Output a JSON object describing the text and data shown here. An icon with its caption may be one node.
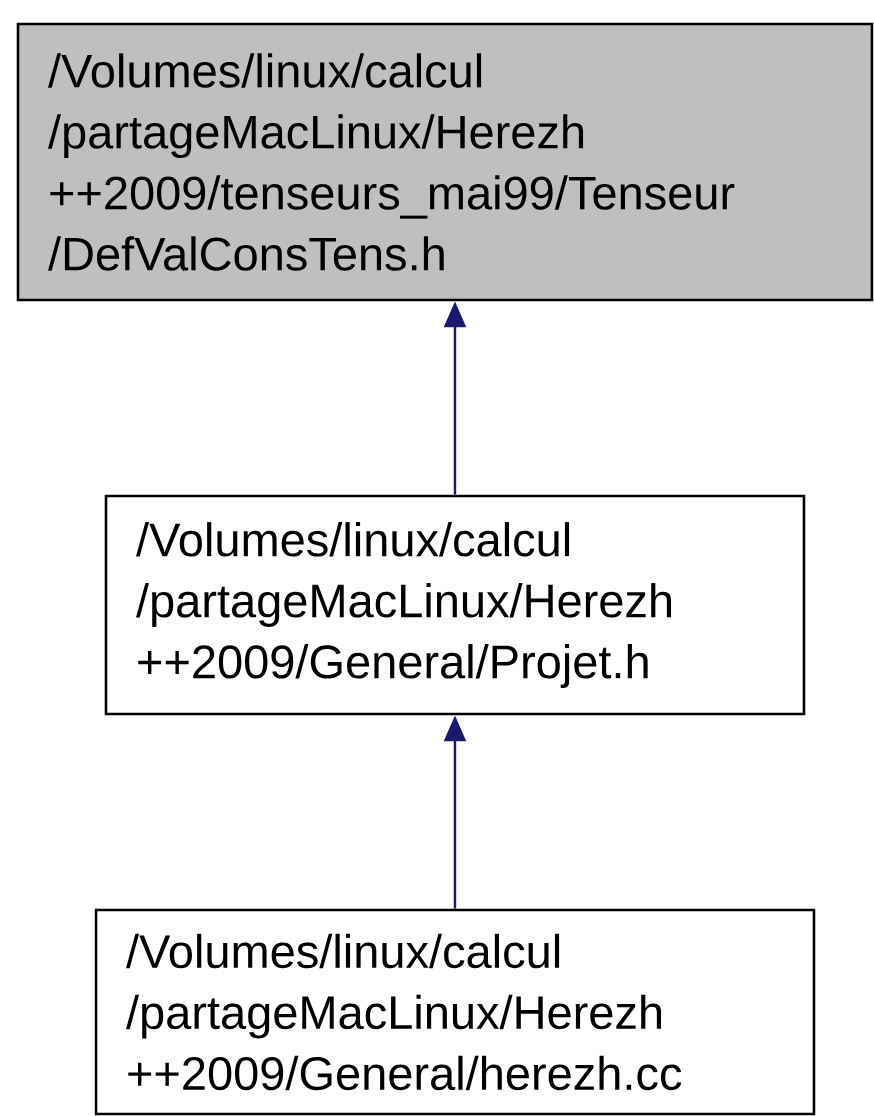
{
  "diagram": {
    "nodes": [
      {
        "text": [
          "/Volumes/linux/calcul /partageMacLinux/Herezh ++2009/tenseurs_mai99/Tenseur /DefValConsTens.h"
        ]
      },
      {
        "text": [
          "/Volumes/linux/calcul /partageMacLinux/Herezh ++2009/General/Projet.h"
        ]
      },
      {
        "text": [
          "/Volumes/linux/calcul /partageMacLinux/Herezh ++2009/General/herezh.cc"
        ]
      }
    ],
    "edges": [
      {
        "from": 1,
        "to": 0,
        "arrow": "to"
      },
      {
        "from": 2,
        "to": 1,
        "arrow": "to"
      }
    ]
  }
}
